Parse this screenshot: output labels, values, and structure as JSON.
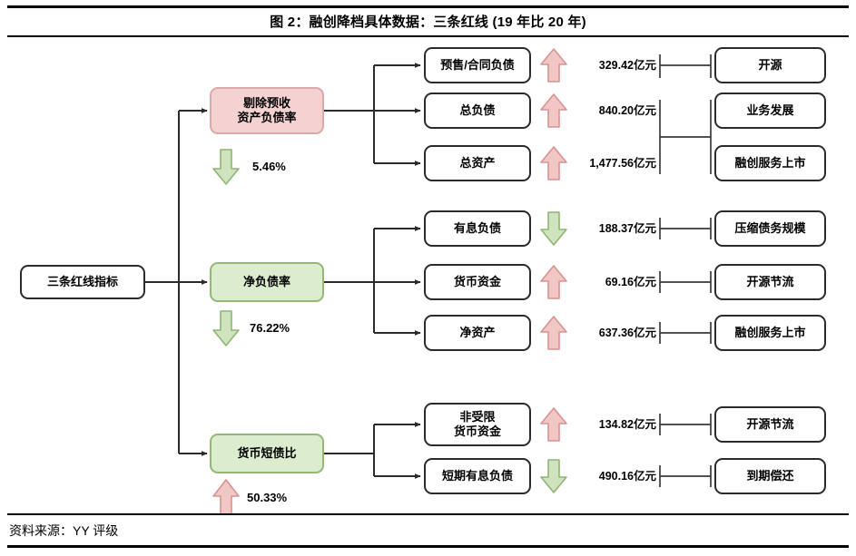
{
  "title": "图 2：融创降档具体数据：三条红线 (19 年比 20 年)",
  "source": "资料来源：YY 评级",
  "colors": {
    "pink_fill": "#f3d2d1",
    "pink_stroke": "#dba9a7",
    "green_fill": "#dceccf",
    "green_stroke": "#93b877",
    "arrow_up_fill": "#f0c7c5",
    "arrow_up_stroke": "#d79391",
    "arrow_down_fill": "#cfe3bf",
    "arrow_down_stroke": "#8fb573",
    "line": "#2b2b2b",
    "box_stroke": "#2b2b2b"
  },
  "root": {
    "label": "三条红线指标"
  },
  "groups": [
    {
      "id": "group-1",
      "indicator": {
        "label": "剔除预收\n资产负债率",
        "style": "pink"
      },
      "change": {
        "direction": "down",
        "value": "5.46%"
      },
      "rows": [
        {
          "metric": "预售/合同负债",
          "direction": "up",
          "amount": "329.42亿元",
          "action": "开源"
        },
        {
          "metric": "总负债",
          "direction": "up",
          "amount": "840.20亿元",
          "action": "业务发展"
        },
        {
          "metric": "总资产",
          "direction": "up",
          "amount": "1,477.56亿元",
          "action": "融创服务上市"
        }
      ]
    },
    {
      "id": "group-2",
      "indicator": {
        "label": "净负债率",
        "style": "green"
      },
      "change": {
        "direction": "down",
        "value": "76.22%"
      },
      "rows": [
        {
          "metric": "有息负债",
          "direction": "down",
          "amount": "188.37亿元",
          "action": "压缩债务规模"
        },
        {
          "metric": "货币资金",
          "direction": "up",
          "amount": "69.16亿元",
          "action": "开源节流"
        },
        {
          "metric": "净资产",
          "direction": "up",
          "amount": "637.36亿元",
          "action": "融创服务上市"
        }
      ]
    },
    {
      "id": "group-3",
      "indicator": {
        "label": "货币短债比",
        "style": "green"
      },
      "change": {
        "direction": "up",
        "value": "50.33%"
      },
      "rows": [
        {
          "metric": "非受限\n货币资金",
          "direction": "up",
          "amount": "134.82亿元",
          "action": "开源节流"
        },
        {
          "metric": "短期有息负债",
          "direction": "down",
          "amount": "490.16亿元",
          "action": "到期偿还"
        }
      ]
    }
  ]
}
